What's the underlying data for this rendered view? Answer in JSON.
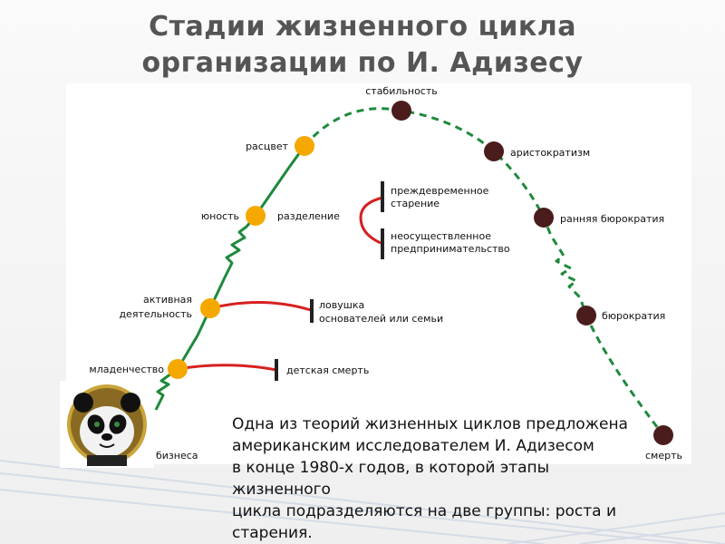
{
  "title": {
    "line1": "Стадии жизненного цикла",
    "line2": "организации по И. Адизесу"
  },
  "diagram": {
    "stages": [
      {
        "id": "infancy",
        "label": "младенчество",
        "kind": "growth"
      },
      {
        "id": "go-go",
        "label_line1": "активная",
        "label_line2": "деятельность",
        "kind": "growth"
      },
      {
        "id": "adolescence",
        "label": "юность",
        "kind": "growth"
      },
      {
        "id": "prime",
        "label": "расцвет",
        "kind": "growth"
      },
      {
        "id": "stability",
        "label": "стабильность",
        "kind": "aging"
      },
      {
        "id": "aristocracy",
        "label": "аристократизм",
        "kind": "aging"
      },
      {
        "id": "early-bureaucracy",
        "label": "ранняя бюрократия",
        "kind": "aging"
      },
      {
        "id": "bureaucracy",
        "label": "бюрократия",
        "kind": "aging"
      },
      {
        "id": "death",
        "label": "смерть",
        "kind": "aging"
      }
    ],
    "start_label": "бизнеса",
    "traps": {
      "infant_mortality": "детская смерть",
      "founder_trap_line1": "ловушка",
      "founder_trap_line2": "основателей или семьи",
      "divorce": "разделение",
      "premature_aging_line1": "преждевременное",
      "premature_aging_line2": "старение",
      "unfulfilled_line1": "неосуществленное",
      "unfulfilled_line2": "предпринимательство"
    },
    "colors": {
      "growth_curve": "#1e8a3c",
      "aging_curve": "#1e8a3c",
      "growth_node": "#f5a800",
      "aging_node": "#4a1c1c",
      "trap_line": "#d62020",
      "trap_bar": "#222222"
    }
  },
  "avatar": {
    "icon": "panda-icon"
  },
  "caption": {
    "text": "Одна из теорий жизненных циклов предложена\nамериканским исследователем И. Адизесом\nв конце 1980-х годов, в которой этапы\nжизненного\nцикла подразделяются на две группы: роста и\nстарения."
  }
}
